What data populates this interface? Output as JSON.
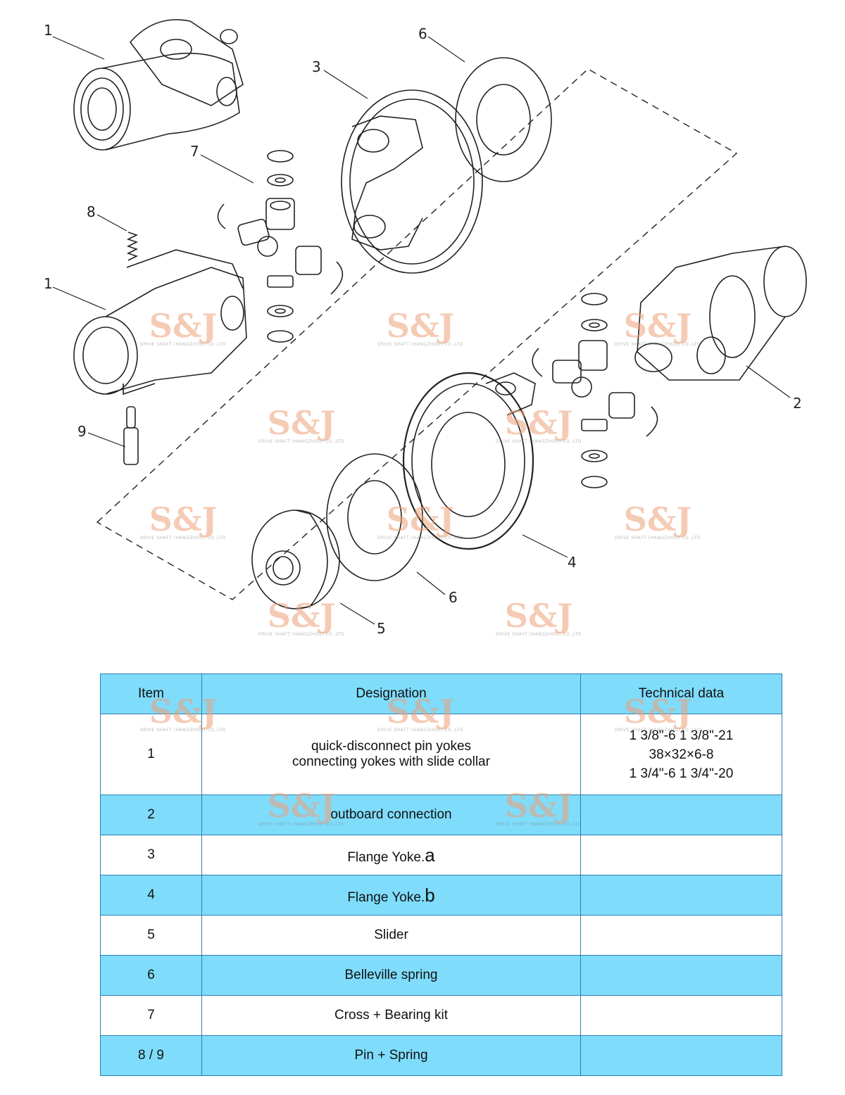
{
  "callouts": {
    "c1a": "1",
    "c1b": "1",
    "c2": "2",
    "c3": "3",
    "c4": "4",
    "c5": "5",
    "c6a": "6",
    "c6b": "6",
    "c7": "7",
    "c8": "8",
    "c9": "9"
  },
  "watermark": {
    "brand": "S&J",
    "sub": "DRIVE SHAFT (HANGZHOU) CO.,LTD"
  },
  "table": {
    "headers": {
      "item": "Item",
      "designation": "Designation",
      "technical": "Technical data"
    },
    "rows": [
      {
        "item": "1",
        "designation_lines": [
          "quick-disconnect pin yokes",
          "connecting yokes with slide collar"
        ],
        "technical_lines": [
          "1 3/8\"-6   1 3/8\"-21",
          "38×32×6-8",
          "1 3/4\"-6   1 3/4\"-20"
        ]
      },
      {
        "item": "2",
        "designation": "outboard connection",
        "technical": ""
      },
      {
        "item": "3",
        "designation": "Flange Yoke.",
        "suffix": "a",
        "technical": ""
      },
      {
        "item": "4",
        "designation": "Flange Yoke.",
        "suffix": "b",
        "technical": ""
      },
      {
        "item": "5",
        "designation": "Slider",
        "technical": ""
      },
      {
        "item": "6",
        "designation": "Belleville spring",
        "technical": ""
      },
      {
        "item": "7",
        "designation": "Cross + Bearing kit",
        "technical": ""
      },
      {
        "item": "8 / 9",
        "designation": "Pin + Spring",
        "technical": ""
      }
    ]
  },
  "colors": {
    "row_blue": "#7fdcfb",
    "border": "#2c7fb0",
    "watermark": "#eca078"
  }
}
